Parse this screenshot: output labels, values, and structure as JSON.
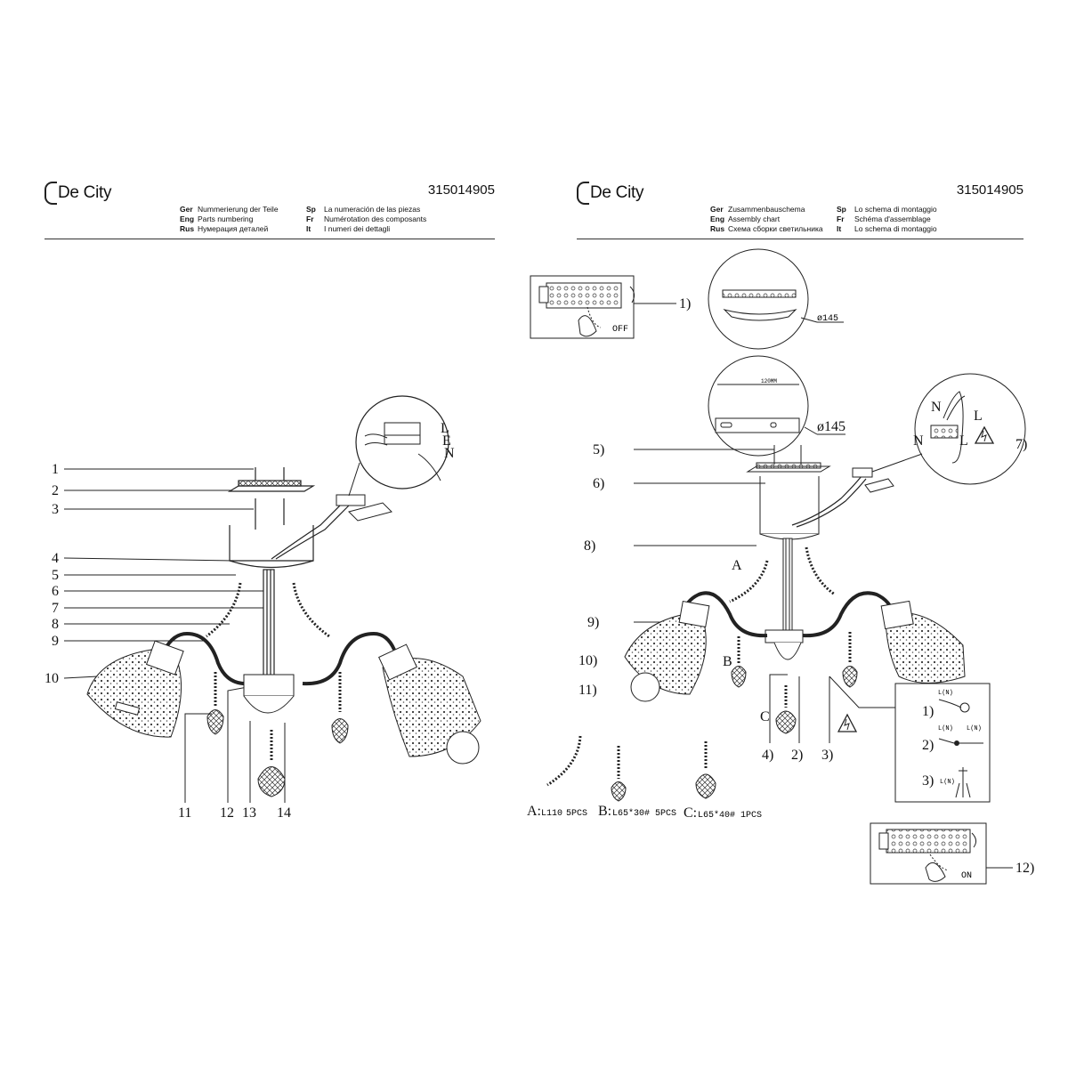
{
  "left": {
    "brand": "De City",
    "code": "315014905",
    "languages": [
      {
        "code": "Ger",
        "text": "Nummerierung der Teile"
      },
      {
        "code": "Sp",
        "text": "La numeración de las piezas"
      },
      {
        "code": "Eng",
        "text": "Parts numbering"
      },
      {
        "code": "Fr",
        "text": "Numérotation des composants"
      },
      {
        "code": "Rus",
        "text": "Нумерация деталей"
      },
      {
        "code": "It",
        "text": "I numeri dei dettagli"
      }
    ],
    "part_labels": [
      "1",
      "2",
      "3",
      "4",
      "5",
      "6",
      "7",
      "8",
      "9",
      "10",
      "11",
      "12",
      "13",
      "14"
    ],
    "wire_letters": [
      "L",
      "E",
      "N"
    ]
  },
  "right": {
    "brand": "De City",
    "code": "315014905",
    "languages": [
      {
        "code": "Ger",
        "text": "Zusammenbauschema"
      },
      {
        "code": "Sp",
        "text": "Lo schema di montaggio"
      },
      {
        "code": "Eng",
        "text": "Assembly chart"
      },
      {
        "code": "Fr",
        "text": "Schéma d'assemblage"
      },
      {
        "code": "Rus",
        "text": "Схема сборки светильника"
      },
      {
        "code": "It",
        "text": "Lo schema di montaggio"
      }
    ],
    "steps": [
      "1)",
      "5)",
      "6)",
      "7)",
      "8)",
      "9)",
      "10)",
      "11)",
      "12)"
    ],
    "switch_off": "OFF",
    "switch_on": "ON",
    "diameter_1": "ø145",
    "diameter_2": "ø145",
    "plate_width": "120MM",
    "terminal_letters": {
      "n_top": "N",
      "l_top": "L",
      "n_bottom": "N",
      "l_bottom": "L"
    },
    "crystal_letters": {
      "a": "A",
      "b": "B",
      "c": "C"
    },
    "bottom_steps": [
      "4)",
      "2)",
      "3)"
    ],
    "wiring_steps": [
      {
        "num": "1)",
        "tag": "L(N)"
      },
      {
        "num": "2)",
        "tag_left": "L(N)",
        "tag_right": "L(N)"
      },
      {
        "num": "3)",
        "tag": "L(N)"
      }
    ],
    "legend": [
      {
        "code": "A:",
        "spec": "L110",
        "qty": "5PCS"
      },
      {
        "code": "B:",
        "spec": "L65*30#",
        "qty": "5PCS"
      },
      {
        "code": "C:",
        "spec": "L65*40#",
        "qty": "1PCS"
      }
    ]
  }
}
